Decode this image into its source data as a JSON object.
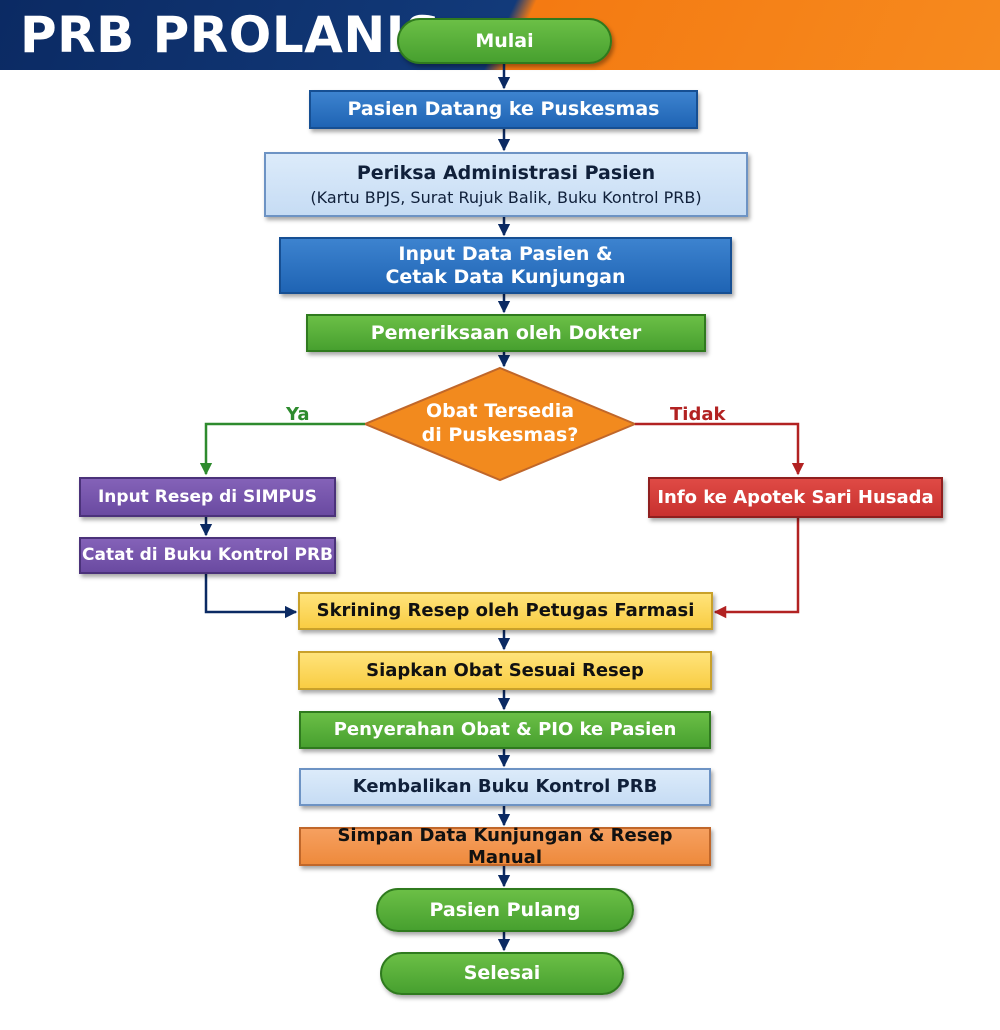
{
  "header": {
    "title": "PRB PROLANIS"
  },
  "flow": {
    "start": "Mulai",
    "step_arrival": "Pasien Datang ke Puskesmas",
    "step_admin_title": "Periksa Administrasi Pasien",
    "step_admin_detail": "(Kartu BPJS, Surat Rujuk Balik, Buku Kontrol PRB)",
    "step_input_line1": "Input Data Pasien &",
    "step_input_line2": "Cetak Data Kunjungan",
    "step_doctor": "Pemeriksaan oleh Dokter",
    "decision_line1": "Obat Tersedia",
    "decision_line2": "di Puskesmas?",
    "branch_yes": "Ya",
    "branch_no": "Tidak",
    "yes_step1": "Input Resep di SIMPUS",
    "yes_step2": "Catat di Buku Kontrol PRB",
    "no_step1": "Info ke Apotek Sari Husada",
    "step_screening": "Skrining Resep oleh Petugas Farmasi",
    "step_prepare": "Siapkan Obat Sesuai Resep",
    "step_handover": "Penyerahan Obat & PIO ke Pasien",
    "step_return_book": "Kembalikan Buku Kontrol PRB",
    "step_save": "Simpan Data Kunjungan & Resep Manual",
    "step_home": "Pasien Pulang",
    "end": "Selesai"
  },
  "colors": {
    "arrow": "#0b2a63",
    "yes_line": "#2e8b2e",
    "no_line": "#b22222",
    "decision_fill": "#f28a1e"
  }
}
